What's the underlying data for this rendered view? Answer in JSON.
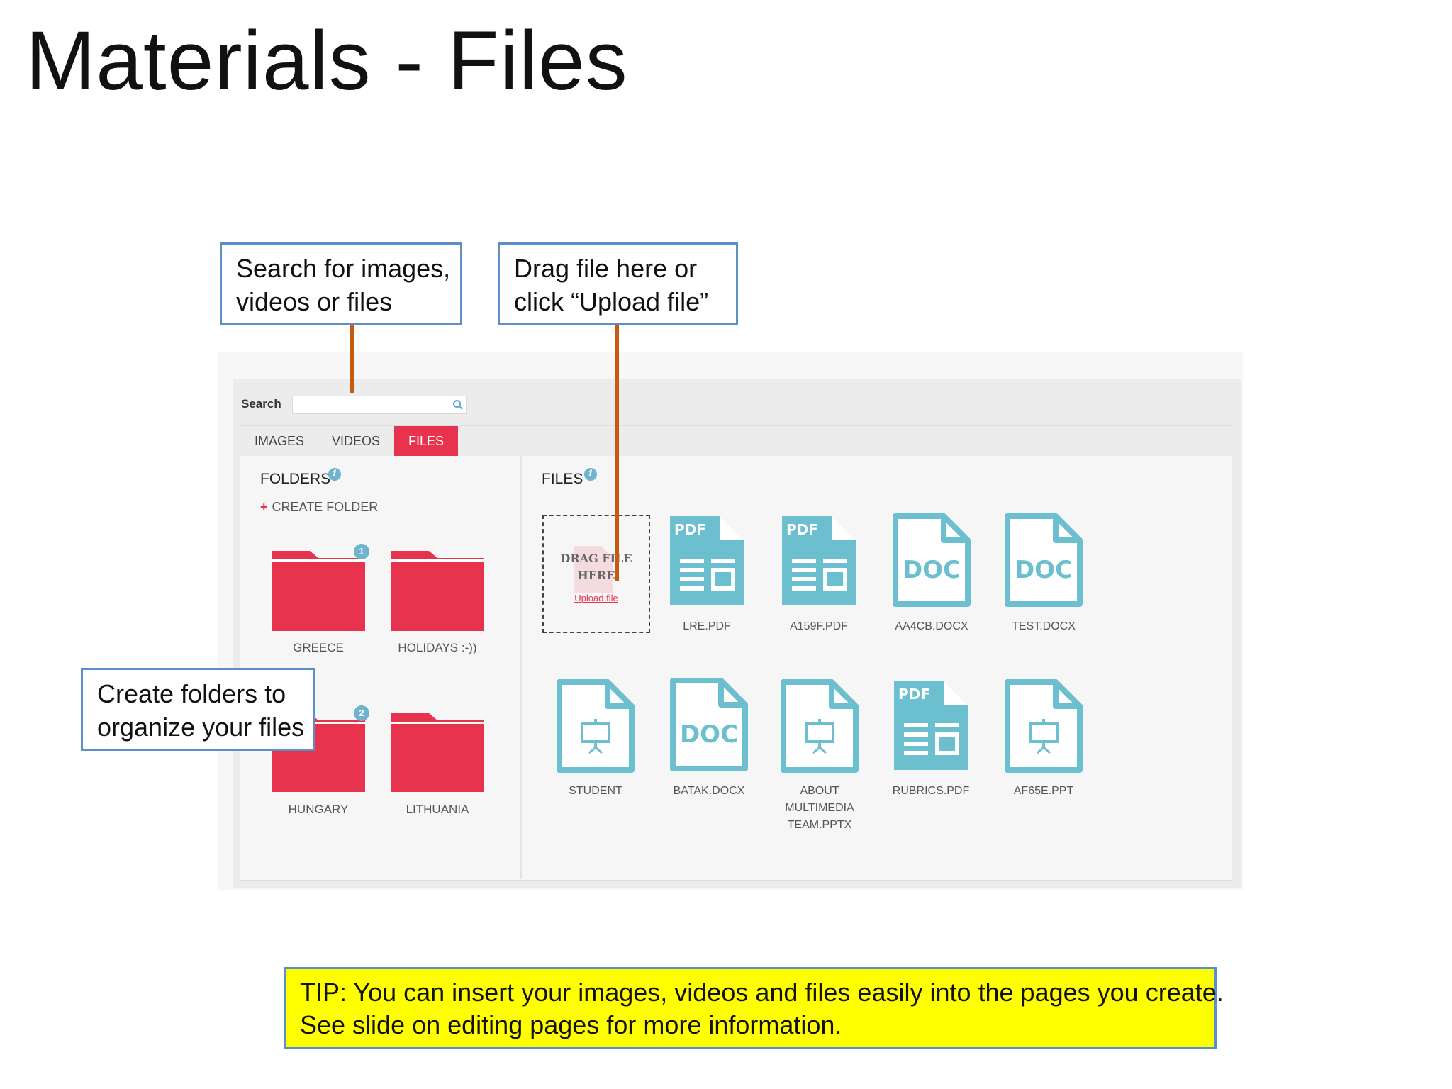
{
  "slide": {
    "title": "Materials - Files"
  },
  "callouts": {
    "search": {
      "line1": "Search for images,",
      "line2": "videos or files"
    },
    "upload": {
      "line1": "Drag file here or",
      "line2": "click “Upload file”"
    },
    "folders": {
      "line1": "Create folders to",
      "line2": "organize your files"
    }
  },
  "search": {
    "label": "Search",
    "placeholder": "",
    "icon": "search-icon"
  },
  "tabs": [
    {
      "label": "IMAGES",
      "active": false
    },
    {
      "label": "VIDEOS",
      "active": false
    },
    {
      "label": "FILES",
      "active": true
    }
  ],
  "folders_section": {
    "title": "FOLDERS",
    "info_glyph": "i",
    "create_label": "CREATE FOLDER",
    "folders": [
      {
        "name": "GREECE",
        "badge": "1"
      },
      {
        "name": "HOLIDAYS :-))",
        "badge": ""
      },
      {
        "name": "HUNGARY",
        "badge": "2"
      },
      {
        "name": "LITHUANIA",
        "badge": ""
      }
    ]
  },
  "files_section": {
    "title": "FILES",
    "info_glyph": "i",
    "dropzone": {
      "line1": "DRAG FILE",
      "line2": "HERE",
      "link": "Upload file"
    },
    "files": [
      {
        "name": "LRE.PDF",
        "type": "pdf",
        "tag": "PDF"
      },
      {
        "name": "A159F.PDF",
        "type": "pdf",
        "tag": "PDF"
      },
      {
        "name": "AA4CB.DOCX",
        "type": "doc",
        "tag": "DOC"
      },
      {
        "name": "TEST.DOCX",
        "type": "doc",
        "tag": "DOC"
      },
      {
        "name": "STUDENT",
        "type": "presentation",
        "tag": ""
      },
      {
        "name": "BATAK.DOCX",
        "type": "doc",
        "tag": "DOC"
      },
      {
        "name": "ABOUT MULTIMEDIA TEAM.PPTX",
        "name_lines": [
          "ABOUT",
          "MULTIMEDIA",
          "TEAM.PPTX"
        ],
        "type": "presentation",
        "tag": ""
      },
      {
        "name": "RUBRICS.PDF",
        "type": "pdf",
        "tag": "PDF"
      },
      {
        "name": "AF65E.PPT",
        "type": "presentation",
        "tag": ""
      }
    ]
  },
  "tip": {
    "line1": "TIP: You can insert your images, videos and files easily into the pages you create.",
    "line2": "See slide on editing pages for more information."
  },
  "colors": {
    "accent_red": "#e8334e",
    "file_icon_blue": "#6cbfcf",
    "callout_border": "#5b8fc7",
    "connector": "#c55a11",
    "tip_background": "#ffff00"
  }
}
